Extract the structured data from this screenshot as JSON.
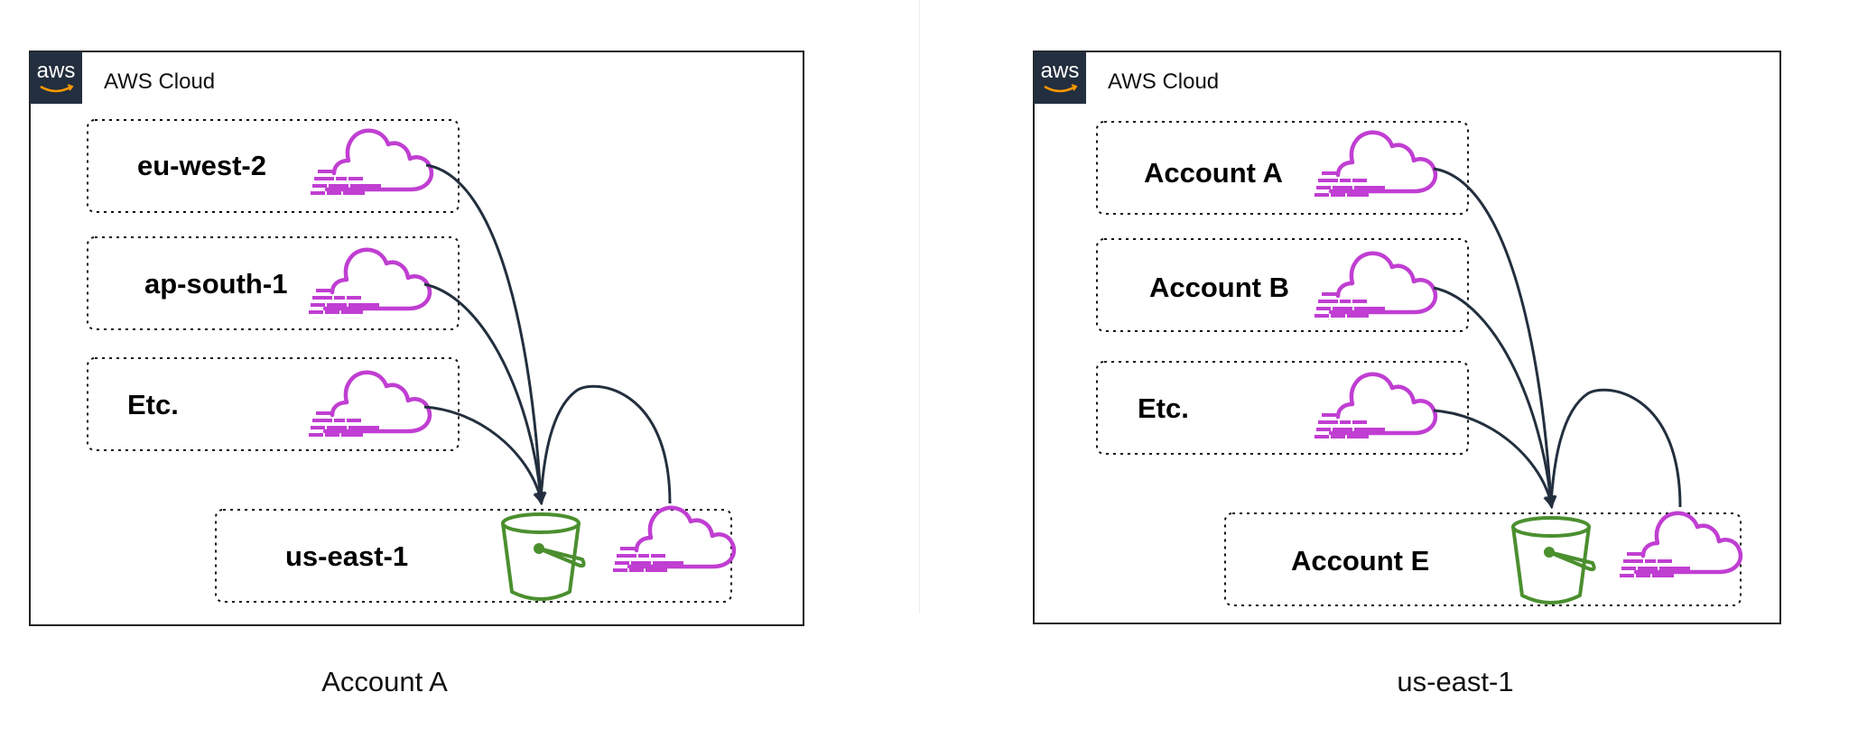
{
  "colors": {
    "frame": "#222222",
    "aws_badge_bg": "#232f3e",
    "aws_badge_text": "#ffffff",
    "cloud_icon": "#c03ed2",
    "bucket_icon": "#4b8f2f",
    "arrow": "#232f3e",
    "group_border": "#111111",
    "divider": "#ececec"
  },
  "panels": [
    {
      "frame_label": "AWS Cloud",
      "aws_logo_text": "aws",
      "groups": [
        {
          "label": "eu-west-2",
          "icon": "cloudtrail-icon"
        },
        {
          "label": "ap-south-1",
          "icon": "cloudtrail-icon"
        },
        {
          "label": "Etc.",
          "icon": "cloudtrail-icon"
        }
      ],
      "target": {
        "label": "us-east-1",
        "icons": [
          "s3-bucket-icon",
          "cloudtrail-icon"
        ]
      },
      "caption": "Account A"
    },
    {
      "frame_label": "AWS Cloud",
      "aws_logo_text": "aws",
      "groups": [
        {
          "label": "Account A",
          "icon": "cloudtrail-icon"
        },
        {
          "label": "Account B",
          "icon": "cloudtrail-icon"
        },
        {
          "label": "Etc.",
          "icon": "cloudtrail-icon"
        }
      ],
      "target": {
        "label": "Account E",
        "icons": [
          "s3-bucket-icon",
          "cloudtrail-icon"
        ]
      },
      "caption": "us-east-1"
    }
  ]
}
